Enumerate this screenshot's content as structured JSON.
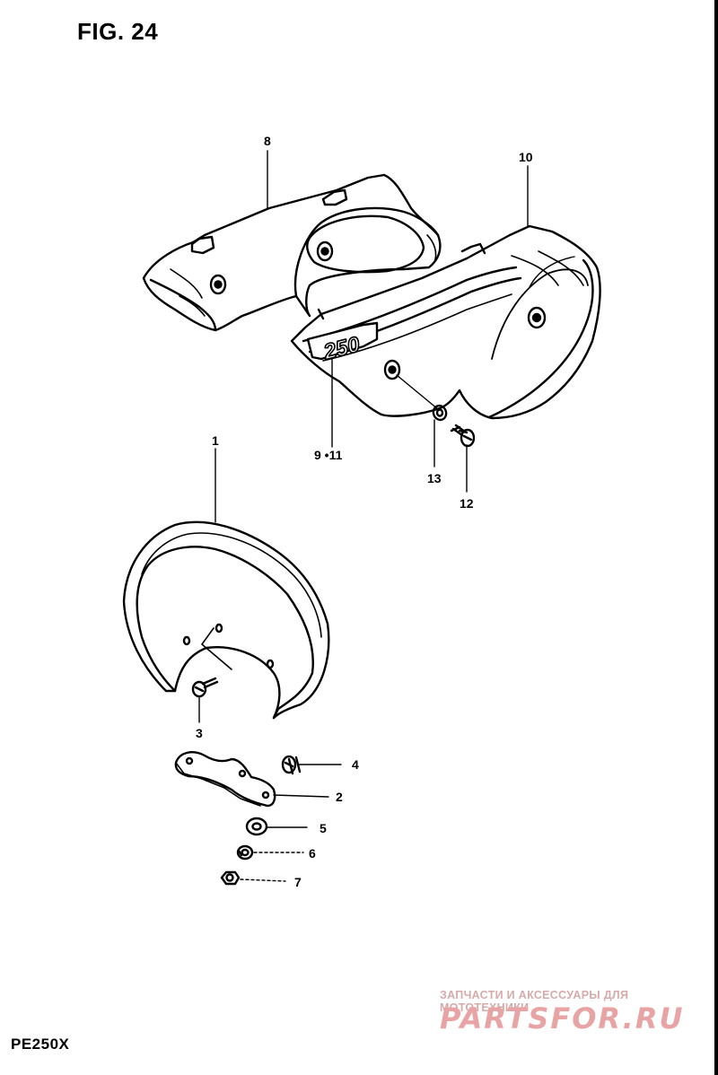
{
  "header": {
    "figure_label": "FIG. 24"
  },
  "footer": {
    "model": "PE250X"
  },
  "watermark": {
    "subtitle": "ЗАПЧАСТИ И АКСЕССУАРЫ ДЛЯ МОТОТЕХНИКИ",
    "brand": "PARTSFOR.RU",
    "color": "#e8a4a4"
  },
  "callouts": {
    "c1": "1",
    "c2": "2",
    "c3": "3",
    "c4": "4",
    "c5": "5",
    "c6": "6",
    "c7": "7",
    "c8": "8",
    "c9_11": "9 •11",
    "c10": "10",
    "c12": "12",
    "c13": "13"
  },
  "emblem_text": "250"
}
